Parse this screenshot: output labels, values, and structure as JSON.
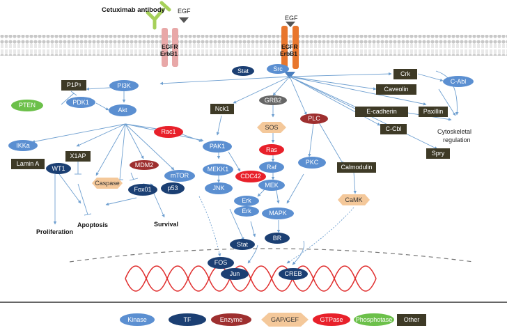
{
  "title": {
    "antibody": "Cetuximab antibody",
    "egf_left": "EGF",
    "egf_right": "EGF"
  },
  "receptors": [
    {
      "line1": "EGFR",
      "line2": "ErbB1"
    },
    {
      "line1": "EGFR",
      "line2": "ErbB1"
    }
  ],
  "nodes": {
    "stat_top": "Stat",
    "src": "Src",
    "crk": "Crk",
    "cabl": "C-Abl",
    "caveolin": "Caveolin",
    "pip3": "P1P",
    "pip3_sub": "3",
    "pi3k": "PI3K",
    "pten": "PTEN",
    "pdk1": "PDK1",
    "akt": "Akt",
    "nck1": "Nck1",
    "grb2": "GRB2",
    "plc": "PLC",
    "ecadherin": "E-cadherin",
    "paxillin": "Paxillin",
    "cytoskeletal": "Cytoskeletal",
    "regulation": "regulation",
    "sos": "SOS",
    "rac1": "Rac1",
    "ikka": "IKKa",
    "x1ap": "X1AP",
    "lamina": "Lamin A",
    "wt1": "WT1",
    "caspase": "Caspase",
    "mdm2": "MDM2",
    "fox01": "Fox01",
    "p53": "p53",
    "mtor": "mTOR",
    "pak1": "PAK1",
    "cdc42": "CDC42",
    "ras": "Ras",
    "raf": "Raf",
    "mekk1": "MEKK1",
    "jnk": "JNK",
    "mek": "MEK",
    "erk1": "Erk",
    "erk2": "Erk",
    "mapk": "MAPK",
    "pkc": "PKC",
    "ccbl": "C-Cbl",
    "spry": "Spry",
    "calmodulin": "Calmodulin",
    "camk": "CaMK",
    "stat_bottom": "Stat",
    "br": "BR",
    "fos": "FOS",
    "jun": "Jun",
    "creb": "CREB"
  },
  "outcomes": {
    "proliferation": "Proliferation",
    "apoptosis": "Apoptosis",
    "survival": "Survival"
  },
  "legend": [
    {
      "label": "Kinase",
      "kind": "kinase"
    },
    {
      "label": "TF",
      "kind": "tf"
    },
    {
      "label": "Enzyme",
      "kind": "enzyme"
    },
    {
      "label": "GAP/GEF",
      "kind": "gapgef"
    },
    {
      "label": "GTPase",
      "kind": "gtpase"
    },
    {
      "label": "Phosphotase",
      "kind": "phosphatase"
    },
    {
      "label": "Other",
      "kind": "other"
    }
  ],
  "colors": {
    "kinase": "#5b8fd1",
    "tf": "#1b3f73",
    "enzyme": "#9e2f2f",
    "gapgef": "#f4c89a",
    "gtpase": "#e8202a",
    "phosphatase": "#6cc04a",
    "other": "#3e3a26",
    "arrow": "#6e9fd0",
    "membrane": "#bdbdbd",
    "dna": "#e03030",
    "receptor_inactive": "#e8a8a8",
    "receptor_active": "#e8762d",
    "antibody": "#a6d05a"
  }
}
